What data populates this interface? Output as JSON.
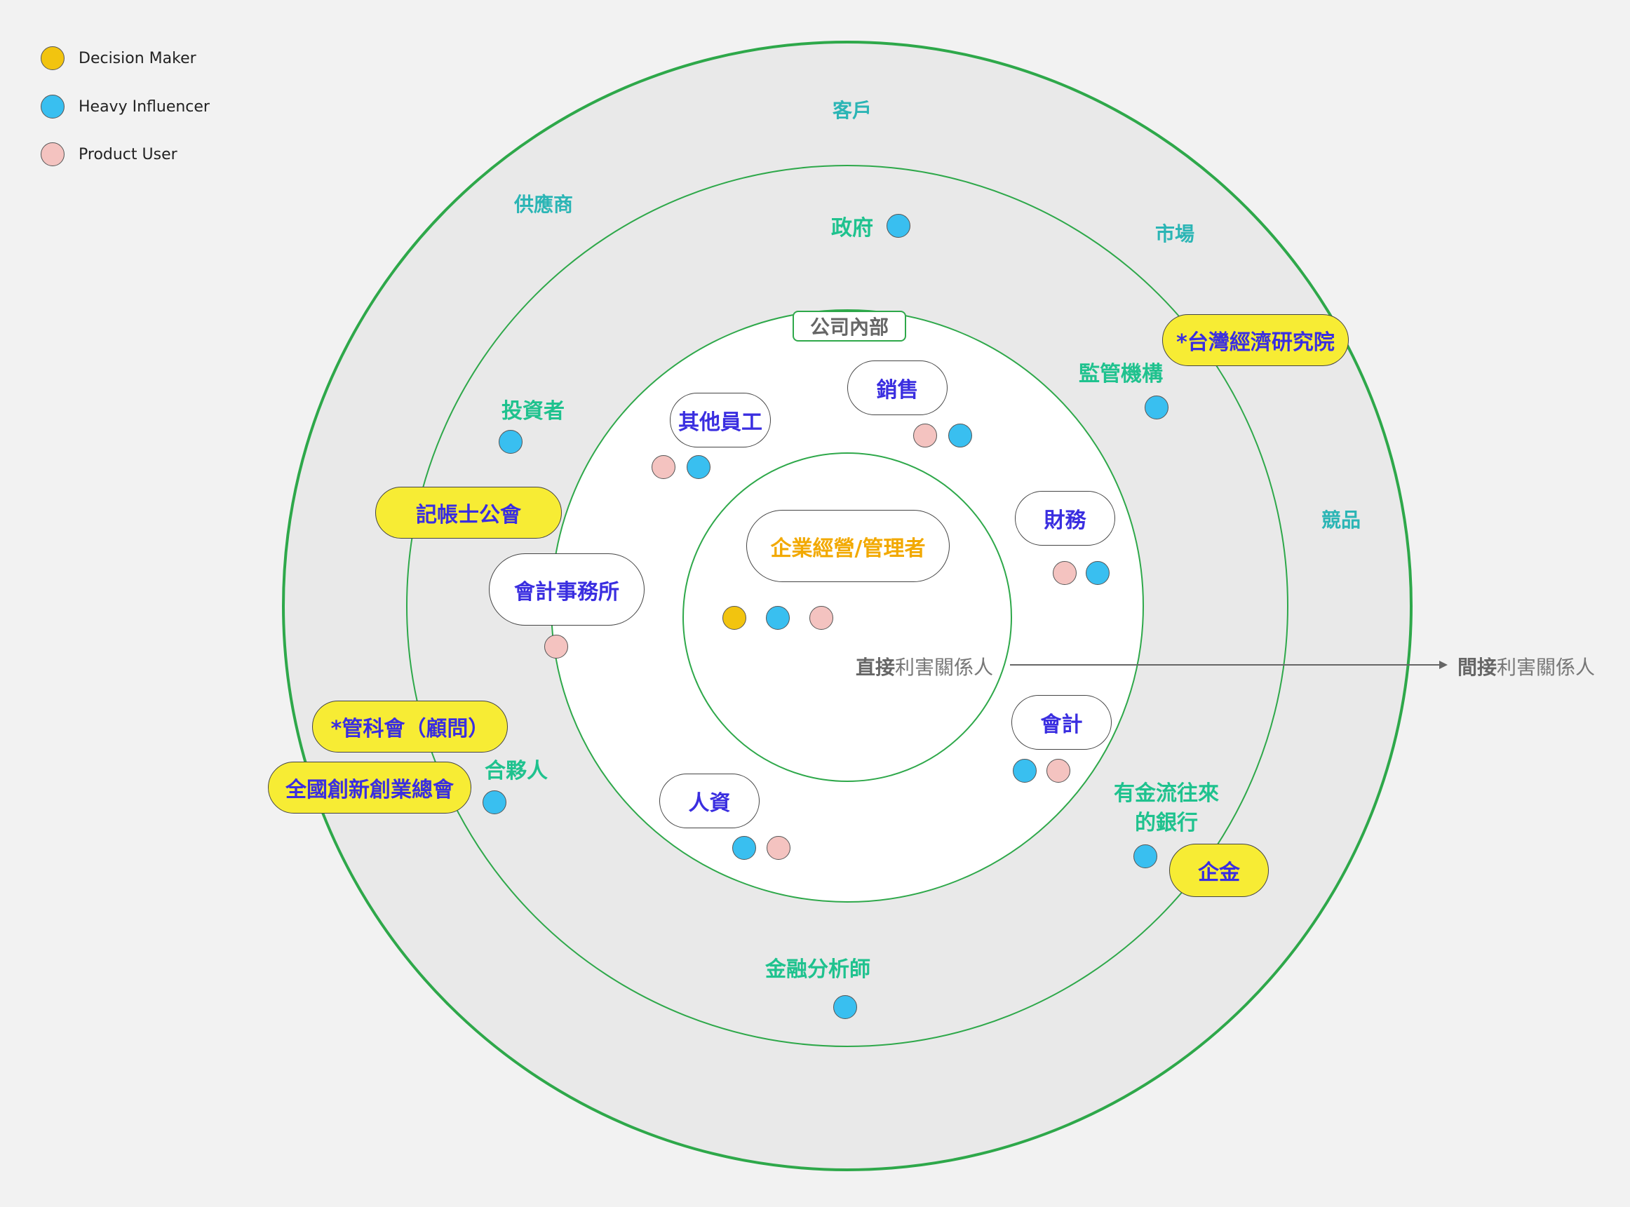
{
  "legend": {
    "decision_maker": "Decision Maker",
    "heavy_influencer": "Heavy Influencer",
    "product_user": "Product User"
  },
  "colors": {
    "decision_maker": "#f2c40f",
    "heavy_influencer": "#39bff0",
    "product_user": "#f4c3c0",
    "ring_line": "#2ea84a",
    "teal_label": "#2bb5b5",
    "green_label": "#1fc28e",
    "node_text": "#3a2ee0",
    "core_text": "#f2a900",
    "highlight_fill": "#f7ec34"
  },
  "outer_ring": {
    "customers": "客戶",
    "suppliers": "供應商",
    "market": "市場",
    "competitors": "競品"
  },
  "middle_ring": {
    "government": "政府",
    "regulators": "監管機構",
    "investors": "投資者",
    "partners": "合夥人",
    "banks_line1": "有金流往來",
    "banks_line2": "的銀行",
    "analysts": "金融分析師"
  },
  "external_orgs": {
    "tier": "*台灣經濟研究院",
    "bookkeepers_assoc": "記帳士公會",
    "mmc": "*管科會（顧問）",
    "innovation_assoc": "全國創新創業總會",
    "corporate_banking": "企金"
  },
  "company": {
    "tag": "公司內部",
    "accounting_firm": "會計事務所",
    "sales": "銷售",
    "other_staff": "其他員工",
    "finance": "財務",
    "accounting": "會計",
    "hr": "人資"
  },
  "core": {
    "label": "企業經營/管理者"
  },
  "arrow": {
    "direct_bold": "直接",
    "direct_rest": "利害關係人",
    "indirect_bold": "間接",
    "indirect_rest": "利害關係人"
  }
}
